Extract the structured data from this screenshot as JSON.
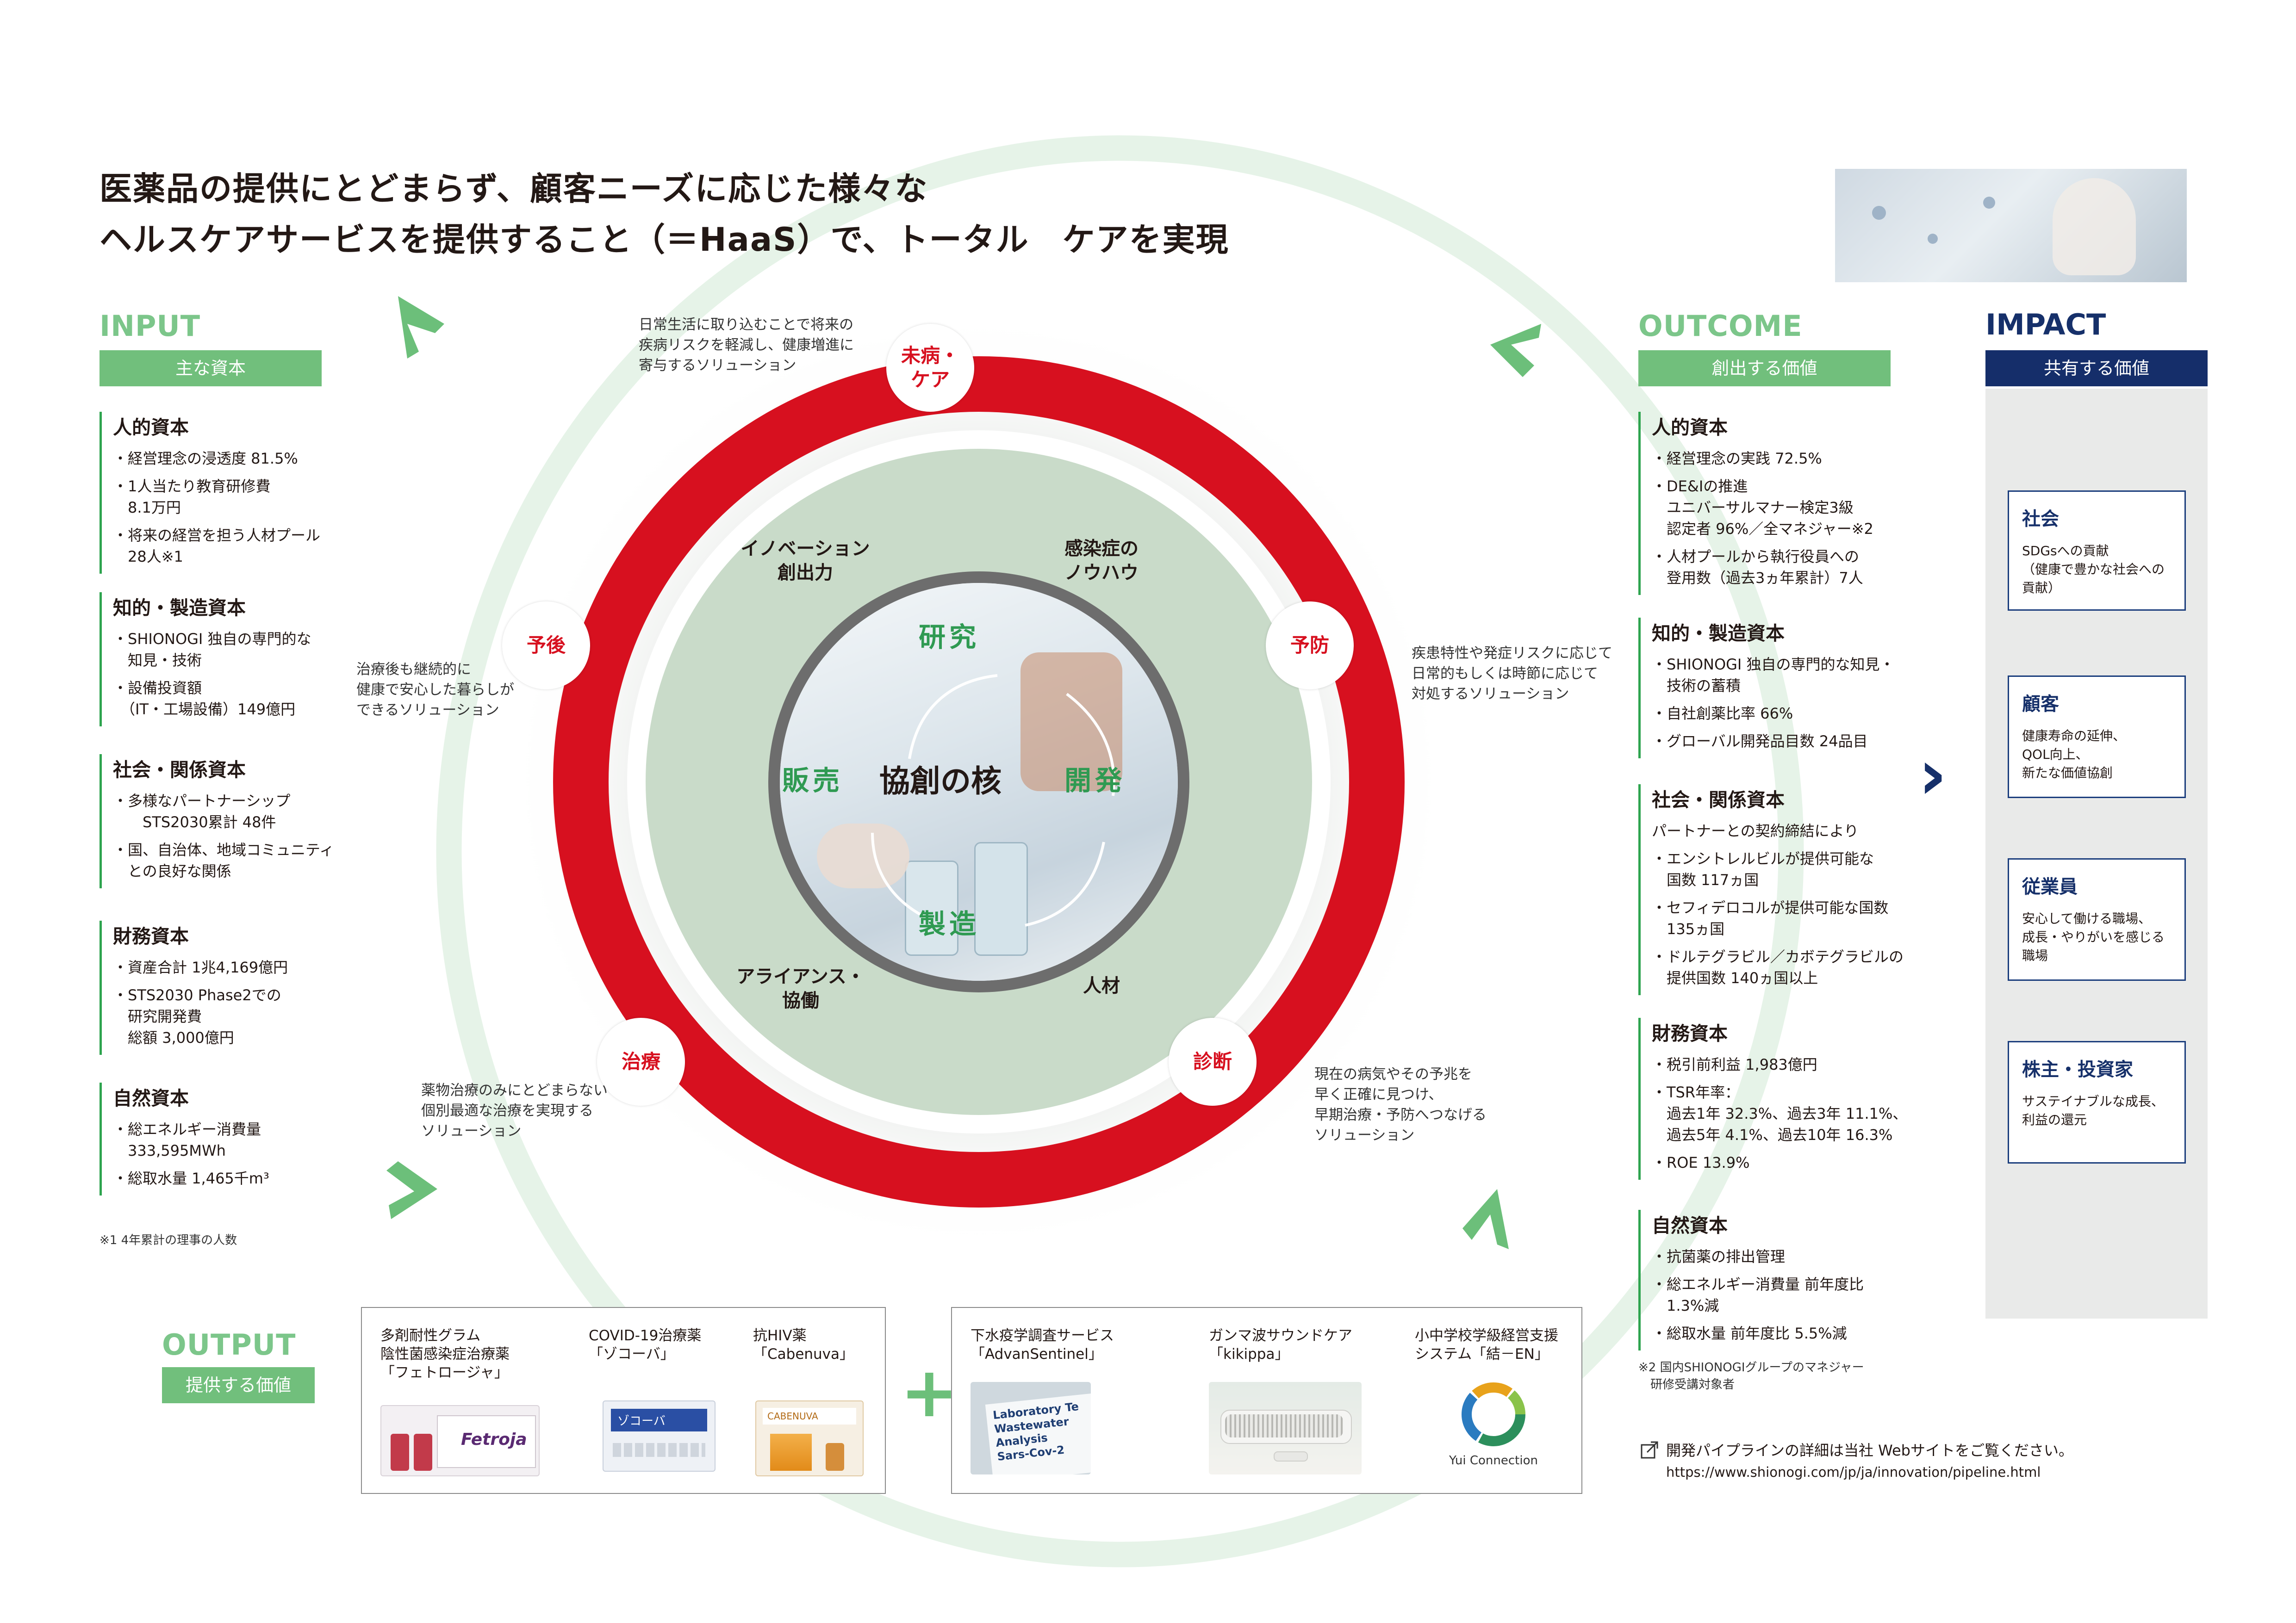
{
  "header": {
    "title_line1": "医薬品の提供にとどまらず、顧客ニーズに応じた様々な",
    "title_line2": "ヘルスケアサービスを提供すること（＝HaaS）で、トータル　ケアを実現"
  },
  "input": {
    "heading": "INPUT",
    "tag": "主な資本",
    "groups": [
      {
        "title": "人的資本",
        "items": [
          "・経営理念の浸透度 81.5%",
          "・1人当たり教育研修費\n　8.1万円",
          "・将来の経営を担う人材プール\n　28人※1"
        ]
      },
      {
        "title": "知的・製造資本",
        "items": [
          "・SHIONOGI 独自の専門的な\n　知見・技術",
          "・設備投資額\n　（IT・工場設備）149億円"
        ]
      },
      {
        "title": "社会・関係資本",
        "items": [
          "・多様なパートナーシップ\n　　STS2030累計 48件",
          "・国、自治体、地域コミュニティ\n　との良好な関係"
        ]
      },
      {
        "title": "財務資本",
        "items": [
          "・資産合計 1兆4,169億円",
          "・STS2030 Phase2での\n　研究開発費\n　総額 3,000億円"
        ]
      },
      {
        "title": "自然資本",
        "items": [
          "・総エネルギー消費量\n　333,595MWh",
          "・総取水量 1,465千m³"
        ]
      }
    ],
    "footnote": "※1 4年累計の理事の人数"
  },
  "outcome": {
    "heading": "OUTCOME",
    "tag": "創出する価値",
    "groups": [
      {
        "title": "人的資本",
        "items": [
          "・経営理念の実践 72.5%",
          "・DE&Iの推進\n　ユニバーサルマナー検定3級\n　認定者 96%／全マネジャー※2",
          "・人材プールから執行役員への\n　登用数（過去3ヵ年累計）7人"
        ]
      },
      {
        "title": "知的・製造資本",
        "items": [
          "・SHIONOGI 独自の専門的な知見・\n　技術の蓄積",
          "・自社創薬比率 66%",
          "・グローバル開発品目数 24品目"
        ]
      },
      {
        "title": "社会・関係資本",
        "items": [
          "パートナーとの契約締結により",
          "・エンシトレルビルが提供可能な\n　国数 117ヵ国",
          "・セフィデロコルが提供可能な国数\n　135ヵ国",
          "・ドルテグラビル／カボテグラビルの\n　提供国数 140ヵ国以上"
        ]
      },
      {
        "title": "財務資本",
        "items": [
          "・税引前利益 1,983億円",
          "・TSR年率：\n　過去1年 32.3%、過去3年 11.1%、\n　過去5年 4.1%、過去10年 16.3%",
          "・ROE 13.9%"
        ]
      },
      {
        "title": "自然資本",
        "items": [
          "・抗菌薬の排出管理",
          "・総エネルギー消費量 前年度比\n　1.3%減",
          "・総取水量 前年度比 5.5%減"
        ]
      }
    ],
    "footnote": "※2 国内SHIONOGIグループのマネジャー\n　研修受講対象者"
  },
  "impact": {
    "heading": "IMPACT",
    "tag": "共有する価値",
    "boxes": [
      {
        "title": "社会",
        "text": "SDGsへの貢献\n（健康で豊かな社会への\n貢献）"
      },
      {
        "title": "顧客",
        "text": "健康寿命の延伸、\nQOL向上、\n新たな価値協創"
      },
      {
        "title": "従業員",
        "text": "安心して働ける職場、\n成長・やりがいを感じる\n職場"
      },
      {
        "title": "株主・投資家",
        "text": "サステイナブルな成長、\n利益の還元"
      }
    ],
    "arrow": "›"
  },
  "wheel": {
    "stages": {
      "mibyo": "未病・\nケア",
      "yobo": "予防",
      "shindan": "診断",
      "chiryo": "治療",
      "yogo": "予後"
    },
    "descriptions": {
      "mibyo": "日常生活に取り込むことで将来の\n疾病リスクを軽減し、健康増進に\n寄与するソリューション",
      "yobo": "疾患特性や発症リスクに応じて\n日常的もしくは時節に応じて\n対処するソリューション",
      "shindan": "現在の病気やその予兆を\n早く正確に見つけ、\n早期治療・予防へつなげる\nソリューション",
      "chiryo": "薬物治療のみにとどまらない\n個別最適な治療を実現する\nソリューション",
      "yogo": "治療後も継続的に\n健康で安心した暮らしが\nできるソリューション"
    },
    "strengths": {
      "innovation": "イノベーション\n創出力",
      "infection": "感染症の\nノウハウ",
      "alliance": "アライアンス・\n協働",
      "talent": "人材"
    },
    "core": {
      "center": "協創の核",
      "research": "研究",
      "develop": "開発",
      "manufacture": "製造",
      "sales": "販売"
    }
  },
  "output": {
    "heading": "OUTPUT",
    "tag": "提供する価値",
    "products": [
      {
        "label": "多剤耐性グラム\n陰性菌感染症治療薬\n「フェトロージャ」",
        "brand": "Fetroja"
      },
      {
        "label": "COVID-19治療薬\n「ゾコーバ」",
        "brand": "ゾコーバ"
      },
      {
        "label": "抗HIV薬\n「Cabenuva」",
        "brand": "CABENUVA"
      }
    ],
    "plus": "+",
    "services": [
      {
        "label": "下水疫学調査サービス\n「AdvanSentinel」",
        "image_text": "Laboratory Te\nWastewater\nAnalysis\nSars-Cov-2"
      },
      {
        "label": "ガンマ波サウンドケア\n「kikippa」"
      },
      {
        "label": "小中学校学級経営支援\nシステム「結－EN」",
        "logo_text": "Yui Connection"
      }
    ]
  },
  "link": {
    "icon": "external-link-icon",
    "text": "開発パイプラインの詳細は当社 Webサイトをご覧ください。",
    "url": "https://www.shionogi.com/jp/ja/innovation/pipeline.html"
  },
  "colors": {
    "green": "#71bf7c",
    "navy": "#152e6a",
    "red": "#d7101f",
    "arrow_green": "#7cc68a"
  }
}
